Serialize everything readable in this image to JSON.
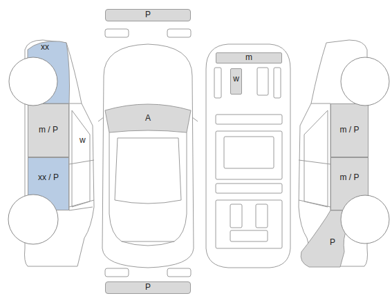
{
  "diagram": {
    "nodes": [
      {
        "text": [
          "P"
        ]
      },
      {
        "text": [
          "xx"
        ]
      },
      {
        "text": [
          "A"
        ]
      },
      {
        "text": [
          "m"
        ]
      },
      {
        "text": [
          "w"
        ]
      },
      {
        "text": [
          "m / P"
        ]
      },
      {
        "text": [
          "m / P"
        ]
      },
      {
        "text": [
          "xx / P"
        ]
      },
      {
        "text": [
          "m / P"
        ]
      },
      {
        "text": [
          "P"
        ]
      },
      {
        "text": [
          "P"
        ]
      }
    ],
    "labels": [
      "w"
    ]
  }
}
